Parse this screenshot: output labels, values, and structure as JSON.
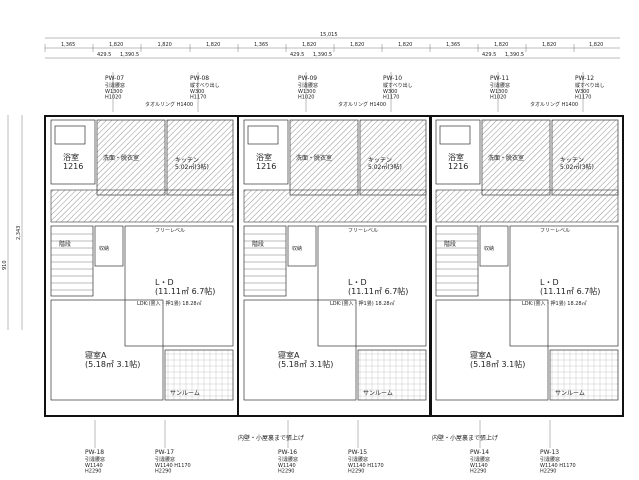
{
  "top_dims": {
    "total": "15,015",
    "row1": [
      "1,365",
      "1,820",
      "1,820",
      "1,820",
      "1,365",
      "1,820",
      "1,820",
      "1,820",
      "1,365",
      "1,820",
      "1,820",
      "1,820"
    ],
    "row2": [
      "429.5",
      "1,390.5",
      "429.5",
      "1,390.5",
      "429.5",
      "1,390.5"
    ]
  },
  "left_dims": [
    "2,343",
    "910"
  ],
  "top_windows": [
    {
      "id": "PW-07",
      "spec": "引違腰窓\nW1300\nH1020"
    },
    {
      "id": "PW-08",
      "spec": "縦すべり出し\nW300\nH1170"
    },
    {
      "id": "PW-09",
      "spec": "引違腰窓\nW1300\nH1020"
    },
    {
      "id": "PW-10",
      "spec": "縦すべり出し\nW300\nH1170"
    },
    {
      "id": "PW-11",
      "spec": "引違腰窓\nW1300\nH1020"
    },
    {
      "id": "PW-12",
      "spec": "縦すべり出し\nW300\nH1170"
    }
  ],
  "towel_ring": "タオルリング H1400",
  "bottom_windows": [
    {
      "id": "PW-18",
      "spec": "引違腰窓\nW1140\nH2290"
    },
    {
      "id": "PW-17",
      "spec": "引違腰窓\nW1140 H1170\nH2290"
    },
    {
      "id": "PW-16",
      "spec": "引違腰窓\nW1140\nH2290"
    },
    {
      "id": "PW-15",
      "spec": "引違腰窓\nW1140 H1170\nH2290"
    },
    {
      "id": "PW-14",
      "spec": "引違腰窓\nW1140\nH2290"
    },
    {
      "id": "PW-13",
      "spec": "引違腰窓\nW1140 H1170\nH2290"
    }
  ],
  "units": [
    {
      "bath": "浴室\n1216",
      "sanitary": "洗面・脱衣室",
      "kitchen": "キッチン\n5.02㎡(3帖)",
      "stair": "階段",
      "ldk": "L・D\n(11.11㎡ 6.7帖)",
      "ldk_total": "LDK:(畳入・押1畳) 18.28㎡",
      "bedroom": "寝室A\n(5.18㎡ 3.1帖)",
      "sunroom": "サンルーム",
      "floor": "フリーレベル",
      "closet": "収納"
    },
    {
      "bath": "浴室\n1216",
      "sanitary": "洗面・脱衣室",
      "kitchen": "キッチン\n5.02㎡(3帖)",
      "stair": "階段",
      "ldk": "L・D\n(11.11㎡ 6.7帖)",
      "ldk_total": "LDK:(畳入・押1畳) 18.28㎡",
      "bedroom": "寝室A\n(5.18㎡ 3.1帖)",
      "sunroom": "サンルーム",
      "floor": "フリーレベル",
      "closet": "収納"
    },
    {
      "bath": "浴室\n1216",
      "sanitary": "洗面・脱衣室",
      "kitchen": "キッチン\n5.02㎡(3帖)",
      "stair": "階段",
      "ldk": "L・D\n(11.11㎡ 6.7帖)",
      "ldk_total": "LDK:(畳入・押1畳) 18.28㎡",
      "bedroom": "寝室A\n(5.18㎡ 3.1帖)",
      "sunroom": "サンルーム",
      "floor": "フリーレベル",
      "closet": "収納"
    }
  ],
  "notes": [
    "内壁・小屋裏まで張上げ",
    "内壁・小屋裏まで張上げ"
  ],
  "colors": {
    "wall": "#111111",
    "hatch": "#666666",
    "paper": "#ffffff"
  }
}
